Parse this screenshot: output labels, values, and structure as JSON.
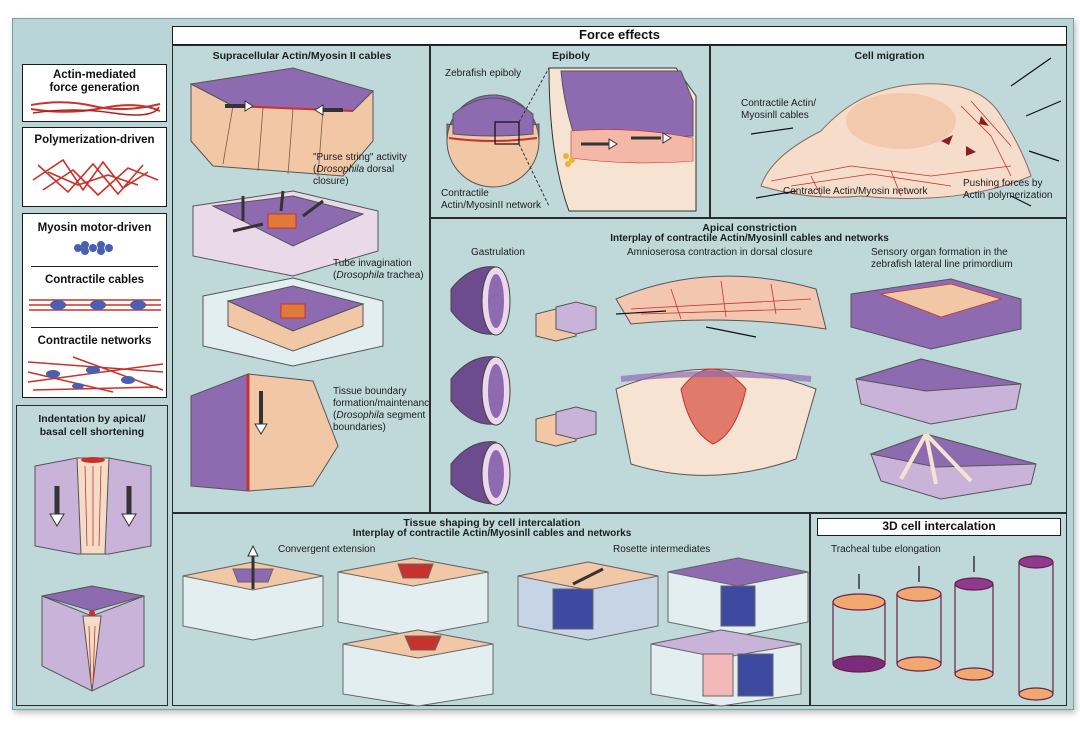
{
  "header": {
    "title": "Force effects"
  },
  "legend": {
    "actin": "Actin-mediated force generation",
    "actin_l1": "Actin-mediated",
    "actin_l2": "force generation",
    "polymerization": "Polymerization-driven",
    "myosin": "Myosin motor-driven",
    "cables": "Contractile cables",
    "networks": "Contractile networks"
  },
  "indentation": {
    "title_l1": "Indentation by apical/",
    "title_l2": "basal cell shortening"
  },
  "supracellular": {
    "title": "Supracellular Actin/Myosin II cables",
    "purse_l1": "\"Purse string\" activity",
    "purse_l2a": "(",
    "purse_l2b": "Drosophila",
    "purse_l2c": " dorsal closure)",
    "tube_l1": "Tube invagination",
    "tube_l2a": "(",
    "tube_l2b": "Drosophila",
    "tube_l2c": " trachea)",
    "boundary_l1": "Tissue boundary",
    "boundary_l2": "formation/maintenance",
    "boundary_l3a": "(",
    "boundary_l3b": "Drosophila",
    "boundary_l3c": " segment",
    "boundary_l4": "boundaries)"
  },
  "epiboly": {
    "title": "Epiboly",
    "zebrafish": "Zebrafish epiboly",
    "network_l1": "Contractile",
    "network_l2": "Actin/MyosinII network"
  },
  "migration": {
    "title": "Cell migration",
    "cables_l1": "Contractile Actin/",
    "cables_l2": "Myosinll cables",
    "network": "Contractile Actin/Myosin network",
    "push_l1": "Pushing forces by",
    "push_l2": "Actin polymerization"
  },
  "apical": {
    "title": "Apical constriction",
    "subtitle": "Interplay of contractile Actin/Myosinll cables and networks",
    "gastrulation": "Gastrulation",
    "amnioserosa": "Amnioserosa contraction in dorsal closure",
    "sensory_l1": "Sensory organ formation in the",
    "sensory_l2": "zebrafish lateral line primordium"
  },
  "intercalation": {
    "title": "Tissue shaping by cell intercalation",
    "subtitle": "Interplay of contractile Actin/Myosinll cables and networks",
    "convergent": "Convergent extension",
    "rosette": "Rosette intermediates"
  },
  "intercalation3d": {
    "title": "3D cell intercalation",
    "tracheal": "Tracheal tube elongation"
  },
  "colors": {
    "purple": "#8e6bb0",
    "peach": "#f1c7a6",
    "red": "#c8322c",
    "bg": "#bfd9db"
  }
}
